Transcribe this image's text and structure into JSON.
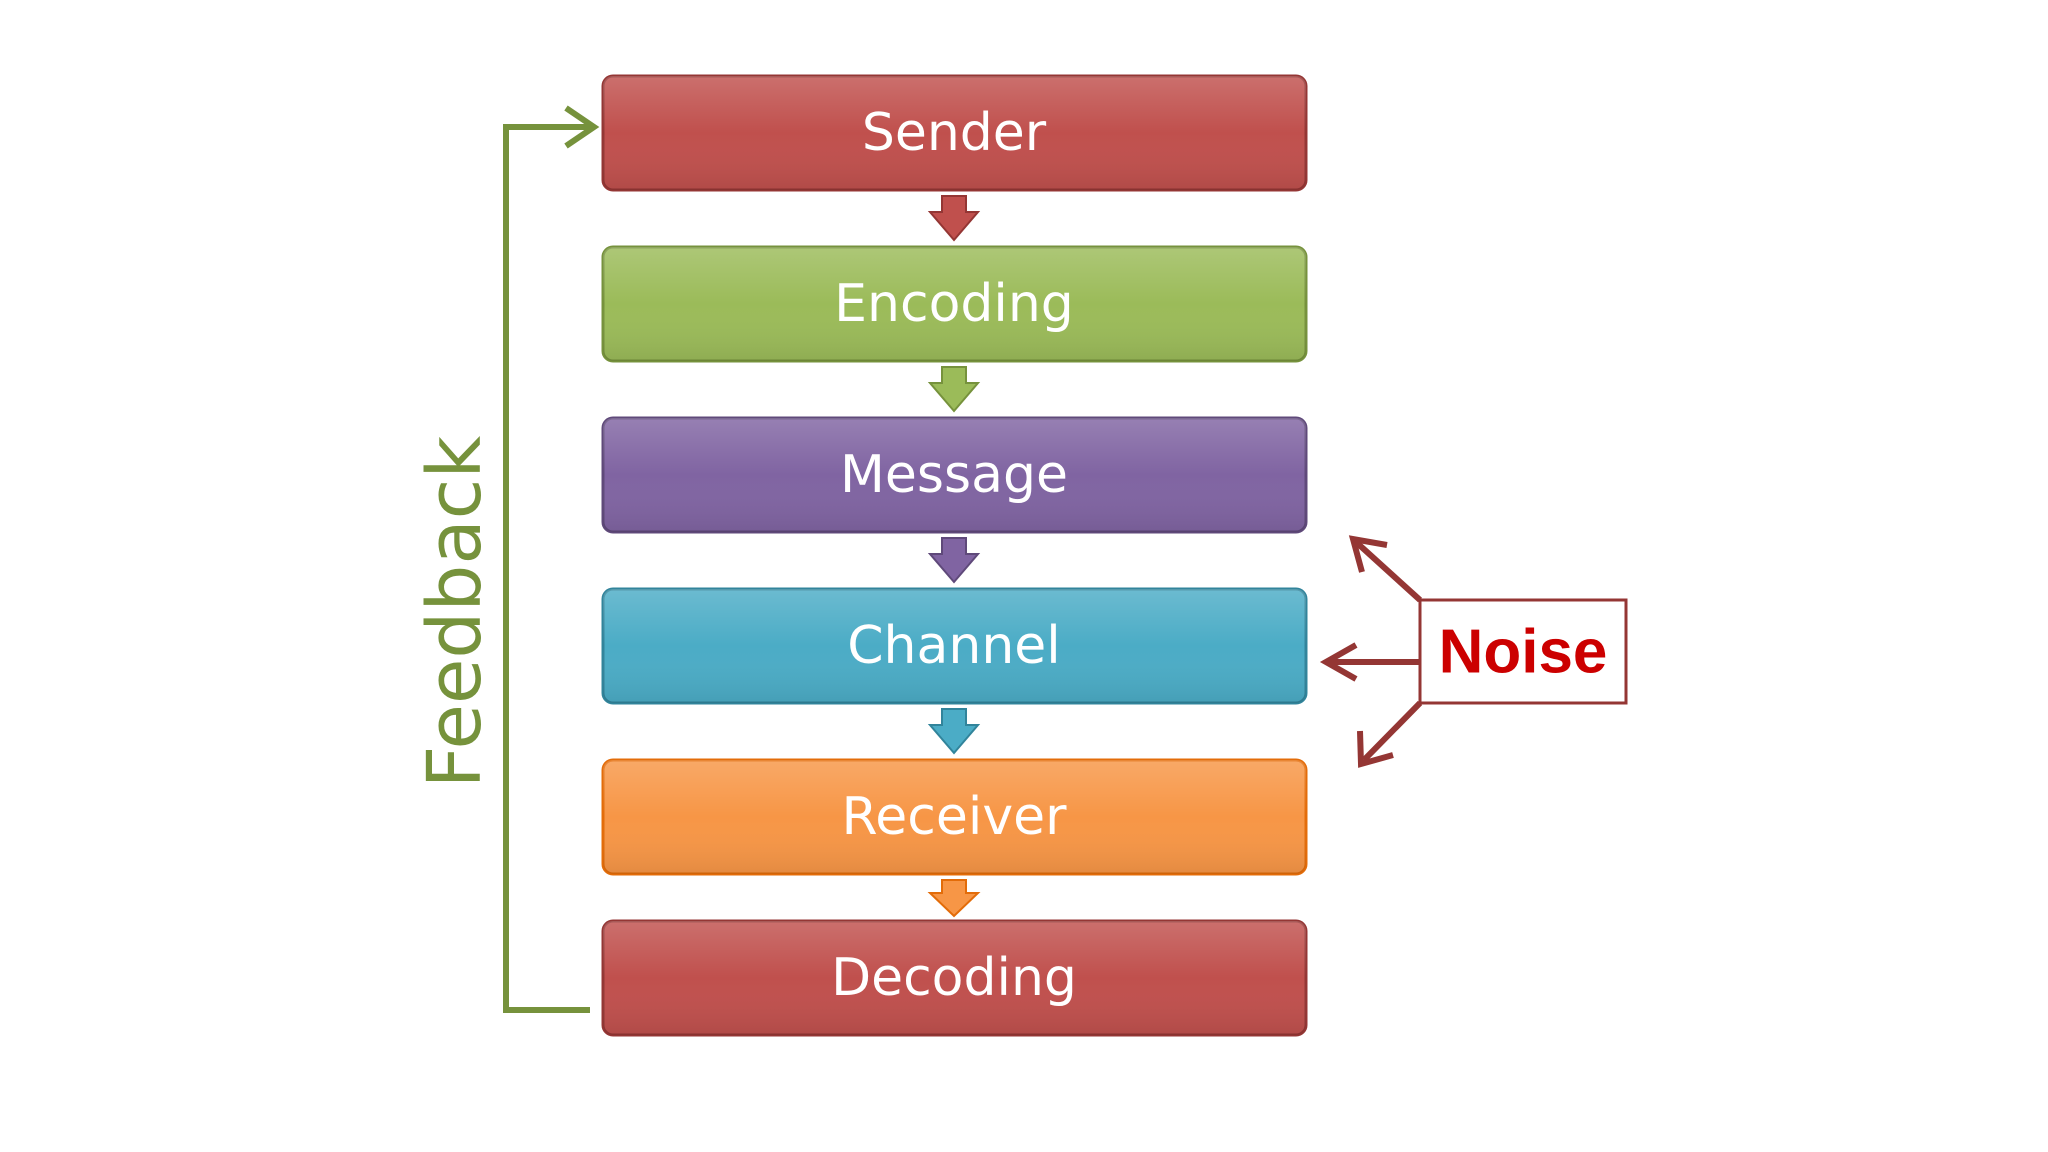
{
  "steps": [
    {
      "label": "Sender",
      "fill": "#c0504d",
      "stroke": "#943634"
    },
    {
      "label": "Encoding",
      "fill": "#9bbb59",
      "stroke": "#76923c"
    },
    {
      "label": "Message",
      "fill": "#8064a2",
      "stroke": "#5f497a"
    },
    {
      "label": "Channel",
      "fill": "#4bacc6",
      "stroke": "#31849b"
    },
    {
      "label": "Receiver",
      "fill": "#f79646",
      "stroke": "#e36c09"
    },
    {
      "label": "Decoding",
      "fill": "#c0504d",
      "stroke": "#943634"
    }
  ],
  "feedback": {
    "label": "Feedback",
    "color": "#76923c"
  },
  "noise": {
    "label": "Noise",
    "text_color": "#cc0000",
    "border_color": "#943634",
    "arrow_color": "#943634"
  }
}
